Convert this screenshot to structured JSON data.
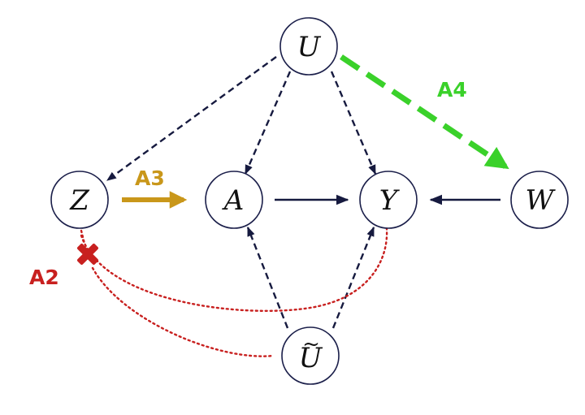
{
  "nodes": {
    "U": "U",
    "Z": "Z",
    "A": "A",
    "Y": "Y",
    "W": "W",
    "U_tilde": "U",
    "U_tilde_accent": "~"
  },
  "assumptions": {
    "a2": "A2",
    "a3": "A3",
    "a4": "A4"
  },
  "colors": {
    "edge": "#161a3f",
    "a2": "#c8201f",
    "a3": "#c9971a",
    "a4": "#3ad12a"
  }
}
